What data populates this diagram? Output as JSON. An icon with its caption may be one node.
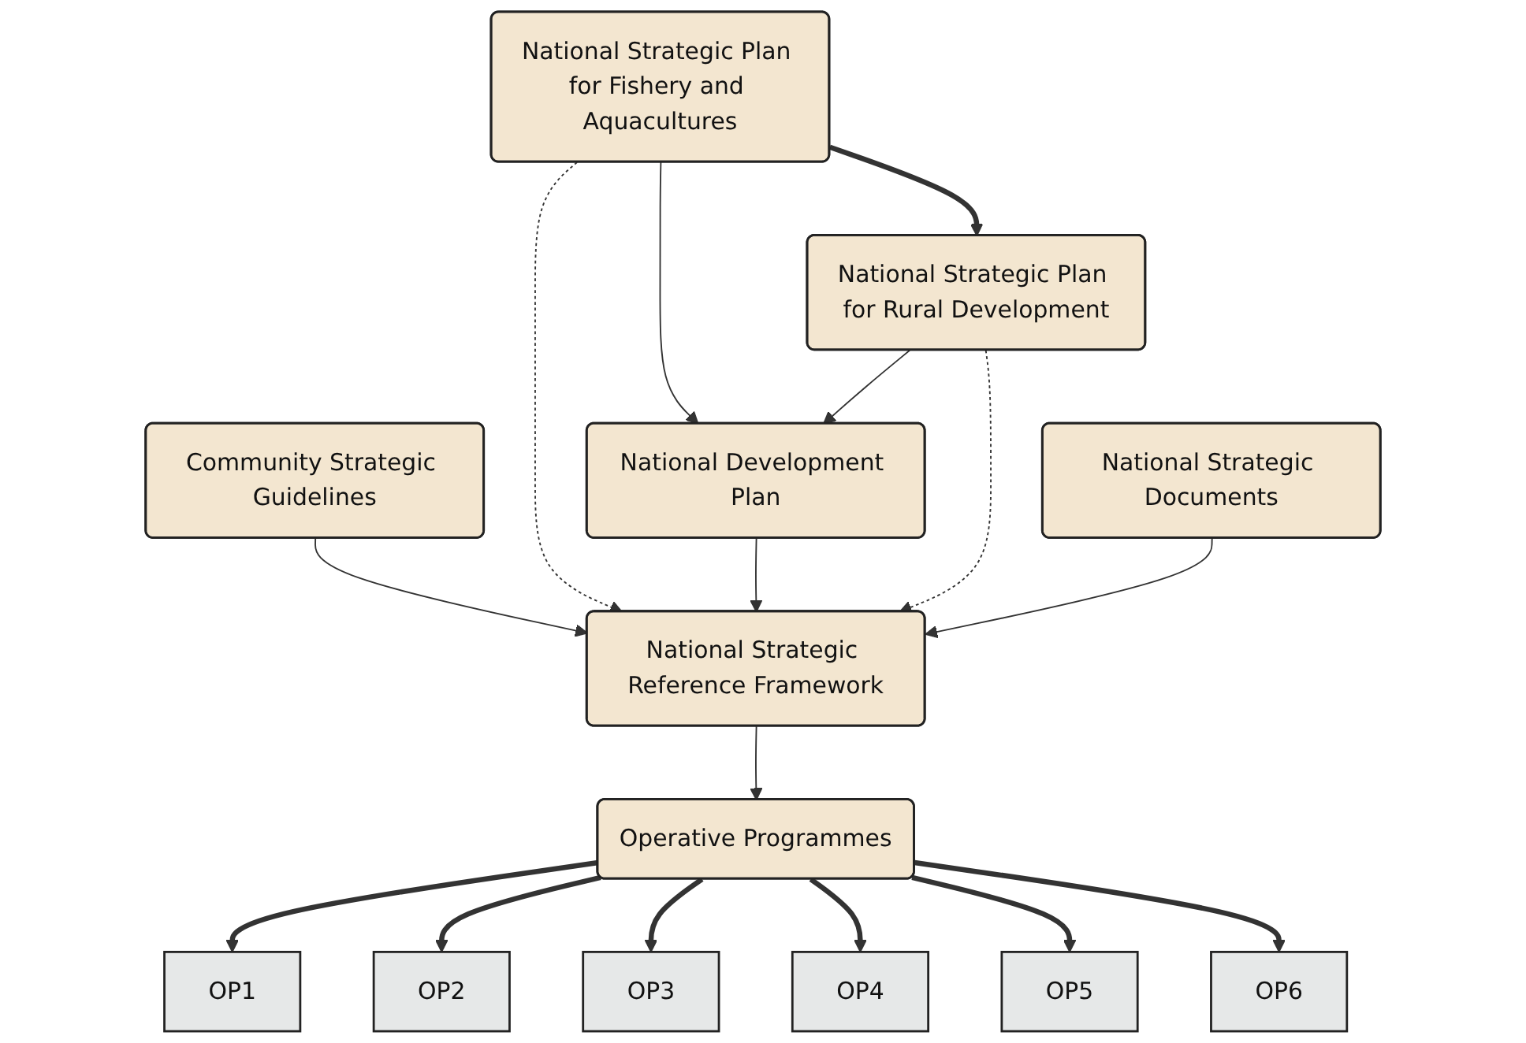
{
  "diagram": {
    "nodes": [
      {
        "text": [
          "National Strategic Plan for Fishery and Aquacultures"
        ]
      },
      {
        "text": [
          "Community Strategic Guidelines"
        ]
      },
      {
        "text": [
          "National Development Plan"
        ]
      },
      {
        "text": [
          "National Strategic Reference Framework"
        ]
      },
      {
        "text": [
          "National Strategic Documents"
        ]
      },
      {
        "text": [
          "National Strategic Plan for Rural Development"
        ]
      },
      {
        "text": [
          "Operative Programmes"
        ]
      },
      {
        "text": [
          "OP1"
        ]
      },
      {
        "text": [
          "OP2"
        ]
      },
      {
        "text": [
          "OP3"
        ]
      },
      {
        "text": [
          "OP4"
        ]
      },
      {
        "text": [
          "OP5"
        ]
      },
      {
        "text": [
          "OP6"
        ]
      }
    ],
    "edges": [
      {
        "from": 0,
        "to": 2,
        "arrow": "to"
      },
      {
        "from": 0,
        "to": 5,
        "arrow": "to",
        "style": "thick"
      },
      {
        "from": 5,
        "to": 2,
        "arrow": "to"
      },
      {
        "from": 1,
        "to": 3,
        "arrow": "to"
      },
      {
        "from": 0,
        "to": 3,
        "arrow": "to",
        "style": "dashed"
      },
      {
        "from": 2,
        "to": 3,
        "arrow": "to"
      },
      {
        "from": 5,
        "to": 3,
        "arrow": "to",
        "style": "dashed"
      },
      {
        "from": 4,
        "to": 3,
        "arrow": "to"
      },
      {
        "from": 3,
        "to": 6,
        "arrow": "to"
      },
      {
        "from": 6,
        "to": 7,
        "arrow": "to",
        "style": "thick"
      },
      {
        "from": 6,
        "to": 8,
        "arrow": "to",
        "style": "thick"
      },
      {
        "from": 6,
        "to": 9,
        "arrow": "to",
        "style": "thick"
      },
      {
        "from": 6,
        "to": 10,
        "arrow": "to",
        "style": "thick"
      },
      {
        "from": 6,
        "to": 11,
        "arrow": "to",
        "style": "thick"
      },
      {
        "from": 6,
        "to": 12,
        "arrow": "to",
        "style": "thick"
      }
    ]
  }
}
